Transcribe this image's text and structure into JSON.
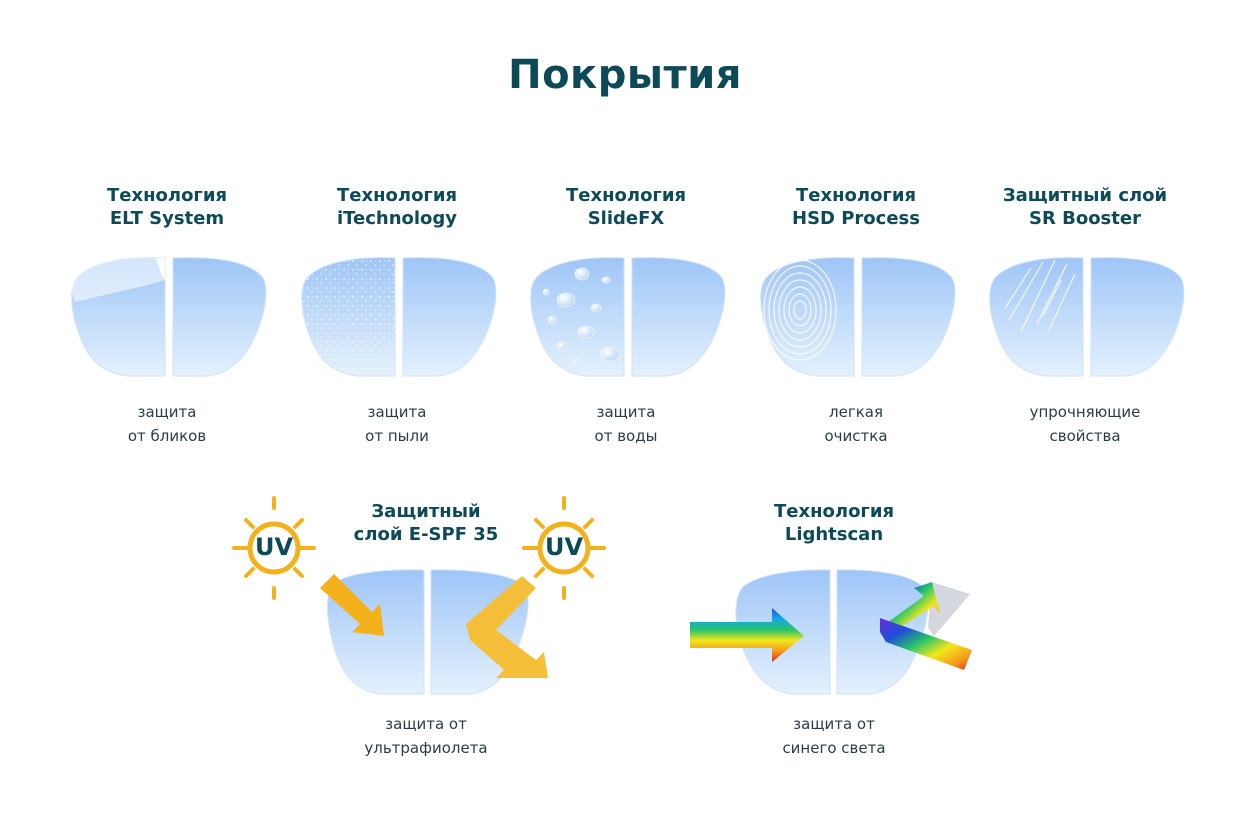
{
  "title": "Покрытия",
  "coatings": [
    {
      "title_line1": "Технология",
      "title_line2": "ELT System",
      "caption_line1": "защита",
      "caption_line2": "от бликов",
      "effect": "glare"
    },
    {
      "title_line1": "Технология",
      "title_line2": "iTechnology",
      "caption_line1": "защита",
      "caption_line2": "от пыли",
      "effect": "dust"
    },
    {
      "title_line1": "Технология",
      "title_line2": "SlideFX",
      "caption_line1": "защита",
      "caption_line2": "от воды",
      "effect": "water-drops"
    },
    {
      "title_line1": "Технология",
      "title_line2": "HSD Process",
      "caption_line1": "легкая",
      "caption_line2": "очистка",
      "effect": "fingerprint"
    },
    {
      "title_line1": "Защитный слой",
      "title_line2": "SR Booster",
      "caption_line1": "упрочняющие",
      "caption_line2": "свойства",
      "effect": "scratches"
    }
  ],
  "uv": {
    "title_line1": "Защитный",
    "title_line2": "слой E-SPF 35",
    "badge": "UV",
    "caption_line1": "защита от",
    "caption_line2": "ультрафиолета"
  },
  "lightscan": {
    "title_line1": "Технология",
    "title_line2": "Lightscan",
    "caption_line1": "защита от",
    "caption_line2": "синего света"
  },
  "colors": {
    "heading": "#0d4a57",
    "text": "#2a3d45",
    "lens_top": "#9ec5f7",
    "lens_bottom": "#e4f1fd",
    "sun": "#f3b21b",
    "arrow": "#f3b21b"
  }
}
